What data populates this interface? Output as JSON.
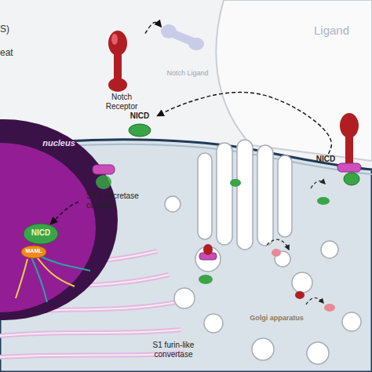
{
  "diagram": {
    "nodes": [
      {
        "text": [
          "Ligand"
        ]
      },
      {
        "text": [
          "Notch Receptor"
        ]
      },
      {
        "text": [
          "Notch Ligand"
        ]
      },
      {
        "text": [
          "NICD"
        ]
      },
      {
        "text": [
          "NICD"
        ]
      },
      {
        "text": [
          "nucleus"
        ]
      },
      {
        "text": [
          "NICD"
        ],
        "in": 5
      },
      {
        "text": [
          "MAML"
        ],
        "in": 5
      },
      {
        "text": [
          "S3 γ-secretase complex"
        ]
      },
      {
        "text": [
          "Golgi apparatus"
        ]
      },
      {
        "text": [
          "S1 furin-like convertase"
        ],
        "in": 9
      }
    ],
    "edges": [
      {
        "from": 1,
        "to": 2,
        "arrow": "to"
      },
      {
        "from": 4,
        "to": 3,
        "arrow": "to"
      },
      {
        "from": 8,
        "to": 6,
        "arrow": "to"
      }
    ],
    "labels": [
      "S)",
      "eat"
    ]
  }
}
